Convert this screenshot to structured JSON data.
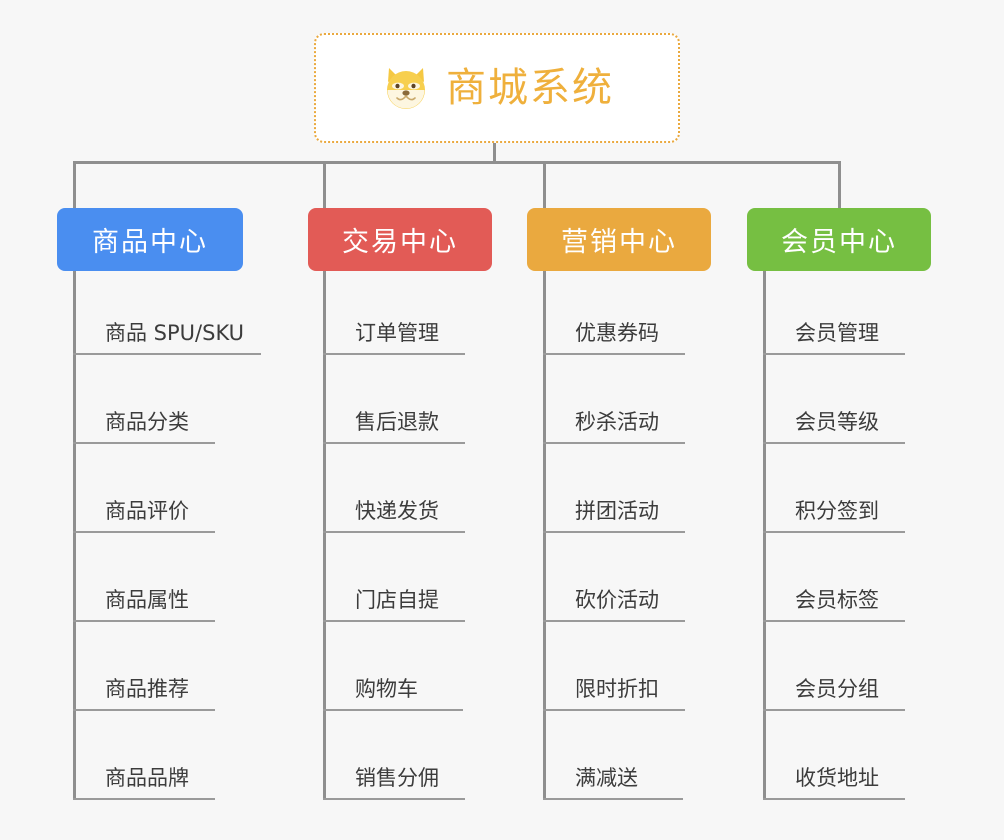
{
  "diagram": {
    "title": "商城系统",
    "root_icon": "shiba-dog-emoji",
    "background_color": "#f7f7f7",
    "root": {
      "label": "商城系统",
      "border_color": "#eaa93f",
      "text_color": "#efb03c",
      "background_color": "#ffffff",
      "border_style": "dotted"
    },
    "connector_color": "#8f8f8f",
    "columns": [
      {
        "label": "商品中心",
        "color": "#4a8ef0",
        "items": [
          "商品 SPU/SKU",
          "商品分类",
          "商品评价",
          "商品属性",
          "商品推荐",
          "商品品牌"
        ]
      },
      {
        "label": "交易中心",
        "color": "#e25b56",
        "items": [
          "订单管理",
          "售后退款",
          "快递发货",
          "门店自提",
          "购物车",
          "销售分佣"
        ]
      },
      {
        "label": "营销中心",
        "color": "#eaa93f",
        "items": [
          "优惠券码",
          "秒杀活动",
          "拼团活动",
          "砍价活动",
          "限时折扣",
          "满减送"
        ]
      },
      {
        "label": "会员中心",
        "color": "#76bf42",
        "items": [
          "会员管理",
          "会员等级",
          "积分签到",
          "会员标签",
          "会员分组",
          "收货地址"
        ]
      }
    ]
  }
}
